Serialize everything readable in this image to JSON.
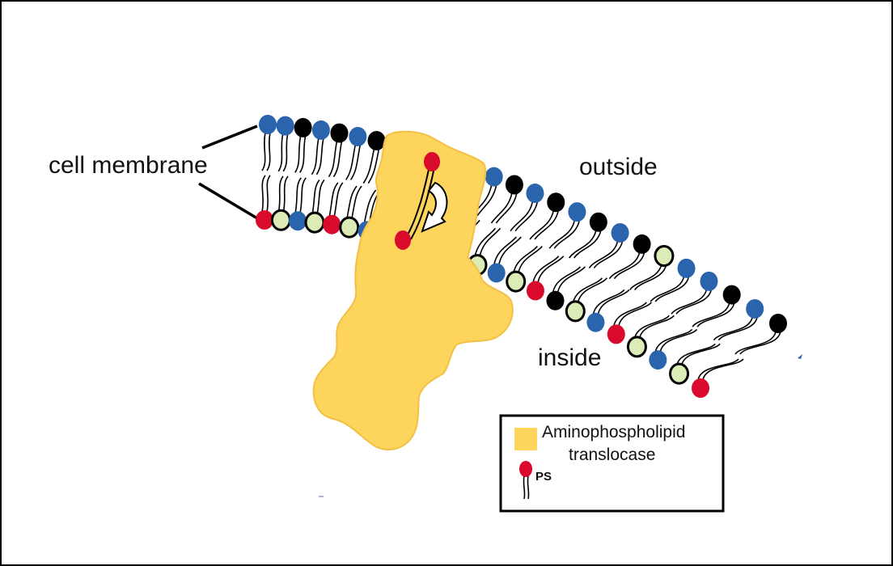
{
  "labels": {
    "cell_membrane": "cell membrane",
    "outside": "outside",
    "inside": "inside"
  },
  "legend": {
    "translocase_line1": "Aminophospholipid",
    "translocase_line2": "translocase",
    "ps": "PS"
  },
  "colors": {
    "blue_head": "#2a64ad",
    "black_head": "#000000",
    "red_head_ps": "#d90a2c",
    "green_head": "#dbecb6",
    "translocase": "#fdd45c",
    "translocase_edge": "#f2c042",
    "frame": "#000000"
  },
  "membrane": {
    "outer_leaflet_heads": [
      "blue",
      "blue",
      "black",
      "blue",
      "black",
      "blue",
      "black",
      "black",
      "blue",
      "blue",
      "blue",
      "black",
      "blue",
      "black",
      "blue",
      "black",
      "blue",
      "black",
      "blue",
      "black",
      "green",
      "blue",
      "blue",
      "black",
      "blue",
      "black"
    ],
    "inner_leaflet_heads": [
      "red",
      "green",
      "blue",
      "green",
      "red",
      "green",
      "blue",
      "red",
      "green",
      "blue",
      "green",
      "red",
      "green",
      "blue",
      "green",
      "red",
      "black",
      "green",
      "blue",
      "red",
      "green",
      "blue",
      "green",
      "red"
    ]
  }
}
